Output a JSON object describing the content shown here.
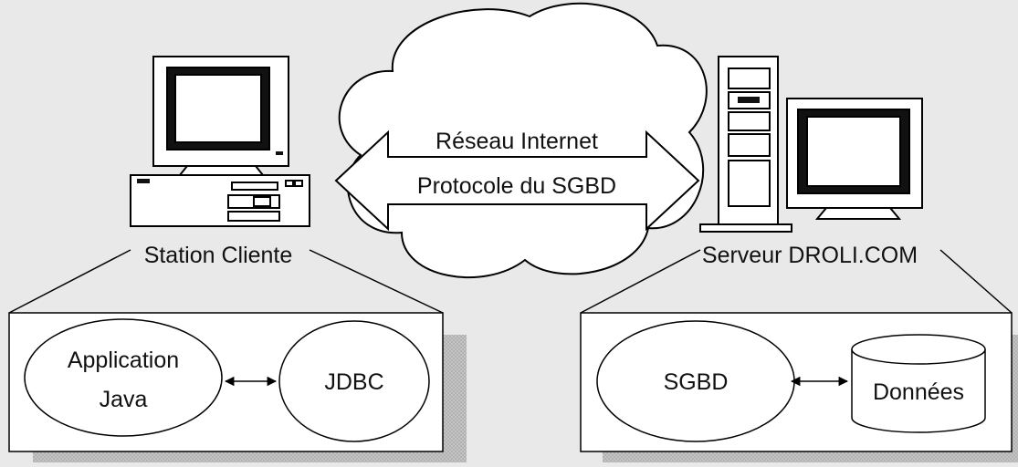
{
  "network": {
    "line1": "Réseau Internet",
    "line2": "Protocole du SGBD"
  },
  "client": {
    "label": "Station Cliente",
    "app_line1": "Application",
    "app_line2": "Java",
    "driver": "JDBC",
    "icon": "desktop-computer-icon"
  },
  "server": {
    "label": "Serveur DROLI.COM",
    "dbms": "SGBD",
    "data": "Données",
    "icon": "tower-server-icon"
  },
  "colors": {
    "background": "#e9e9e9",
    "box_fill": "#ffffff",
    "shadow": "#b3b3b3",
    "stroke": "#000000"
  }
}
